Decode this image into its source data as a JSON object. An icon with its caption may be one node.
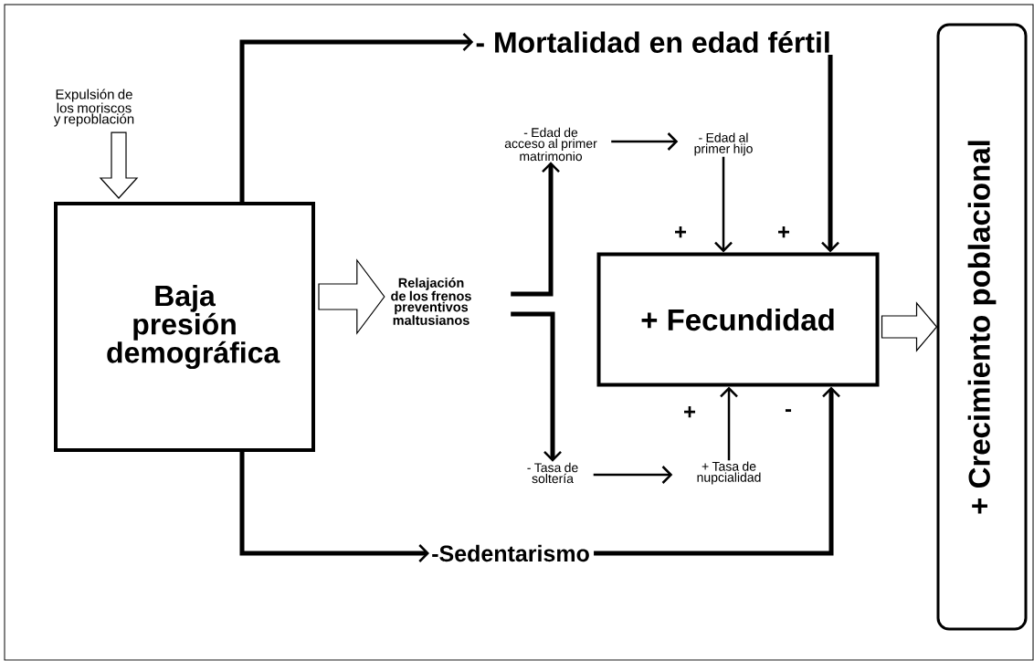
{
  "diagram": {
    "nodes": [
      {
        "text": [
          "Expulsión de los moriscos y repoblación"
        ]
      },
      {
        "text": [
          "Baja presión demográfica"
        ]
      },
      {
        "text": [
          "- Mortalidad en edad fértil"
        ]
      },
      {
        "text": [
          "Relajación de los frenos preventivos maltusianos"
        ]
      },
      {
        "text": [
          "- Edad de acceso al primer matrimonio"
        ]
      },
      {
        "text": [
          "- Edad al primer hijo"
        ]
      },
      {
        "text": [
          "+ Fecundidad"
        ]
      },
      {
        "text": [
          "- Tasa de soltería"
        ]
      },
      {
        "text": [
          "+ Tasa de nupcialidad"
        ]
      },
      {
        "text": [
          "-Sedentarismo"
        ]
      },
      {
        "text": [
          "+ Crecimiento poblacional"
        ]
      }
    ],
    "edges": [
      {
        "from": 0,
        "to": 1,
        "arrow": "to"
      },
      {
        "from": 1,
        "to": 2,
        "arrow": "to"
      },
      {
        "from": 1,
        "to": 3,
        "arrow": "to"
      },
      {
        "from": 3,
        "to": 4,
        "arrow": "to"
      },
      {
        "from": 3,
        "to": 7,
        "arrow": "to"
      },
      {
        "from": 4,
        "to": 5,
        "arrow": "to"
      },
      {
        "from": 5,
        "to": 6,
        "arrow": "to",
        "label": "+"
      },
      {
        "from": 2,
        "to": 6,
        "arrow": "to",
        "label": "+"
      },
      {
        "from": 7,
        "to": 8,
        "arrow": "to"
      },
      {
        "from": 8,
        "to": 6,
        "arrow": "to",
        "label": "+"
      },
      {
        "from": 1,
        "to": 9,
        "arrow": "to"
      },
      {
        "from": 9,
        "to": 6,
        "arrow": "to",
        "label": "-"
      },
      {
        "from": 6,
        "to": 10,
        "arrow": "to"
      }
    ]
  }
}
